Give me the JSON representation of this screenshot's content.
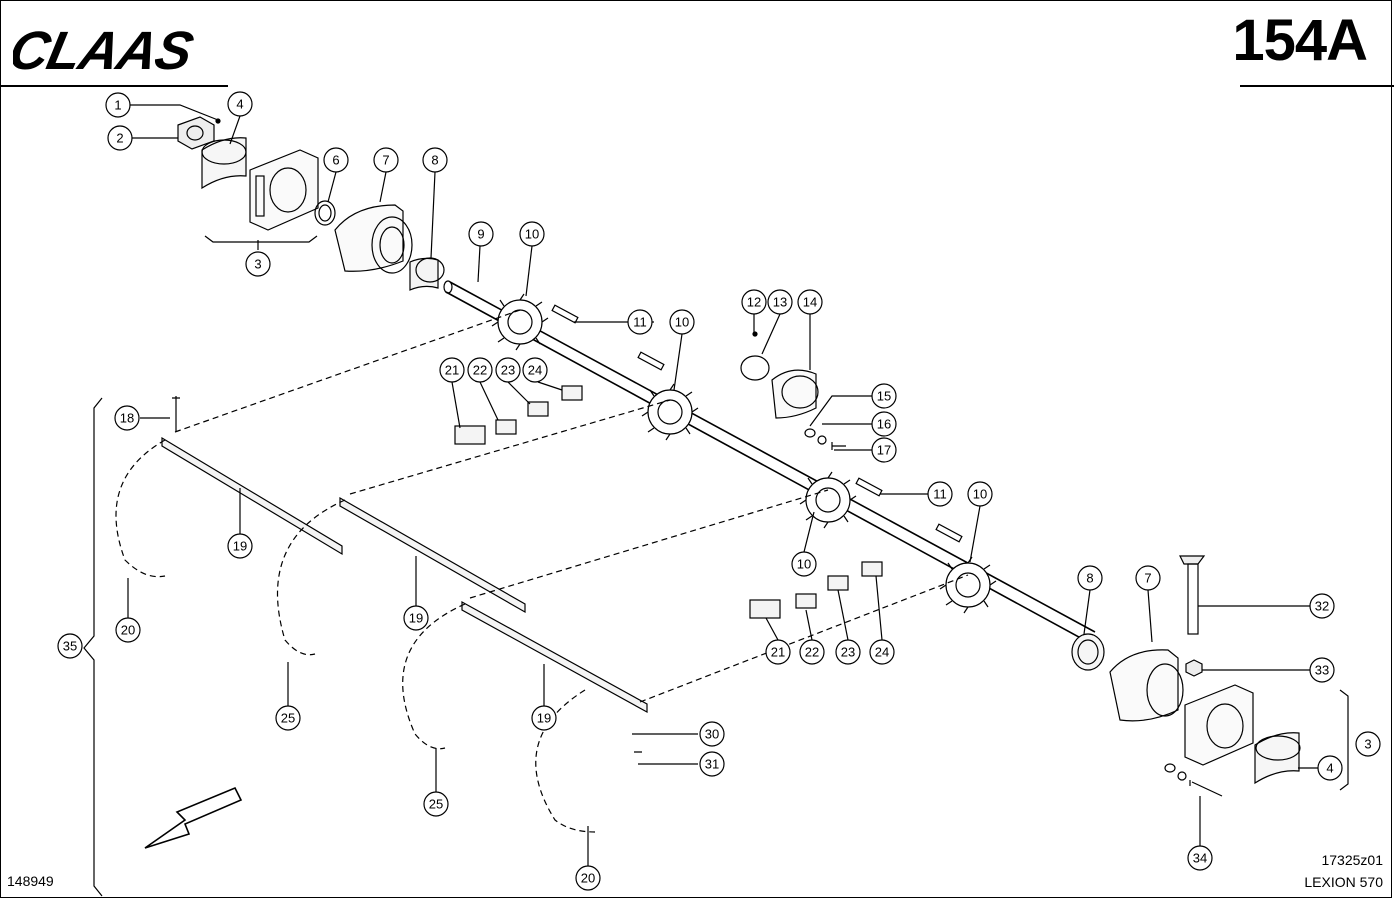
{
  "header": {
    "brand": "CLAAS",
    "page_number": "154A"
  },
  "footer": {
    "left_ref": "148949",
    "right_ref_top": "17325z01",
    "right_ref_bottom": "LEXION 570"
  },
  "callouts": [
    "1",
    "2",
    "3",
    "4",
    "6",
    "7",
    "8",
    "9",
    "10",
    "11",
    "12",
    "13",
    "14",
    "15",
    "16",
    "17",
    "18",
    "19",
    "20",
    "21",
    "22",
    "23",
    "24",
    "25",
    "30",
    "31",
    "32",
    "33",
    "34",
    "35"
  ]
}
